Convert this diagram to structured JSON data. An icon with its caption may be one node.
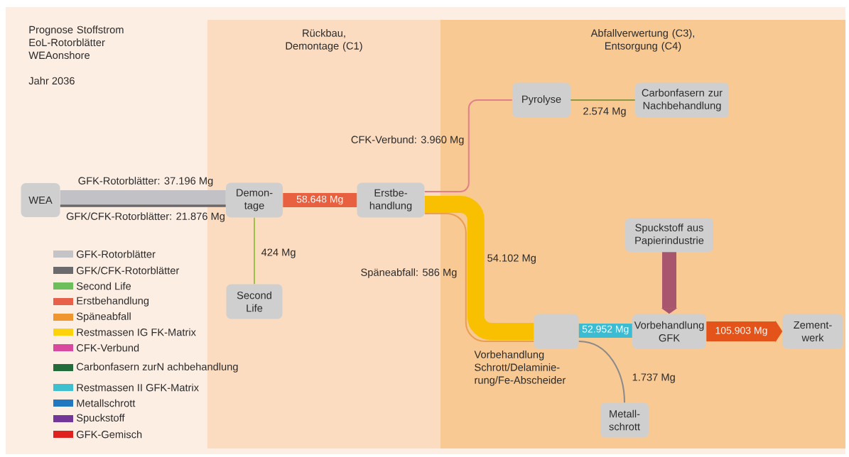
{
  "diagram": {
    "title": "Prognose Stoffstrom EoL-Rotorblätter WEAonshore",
    "nodes": [
      {
        "text": [
          "WEA"
        ]
      },
      {
        "text": [
          "Rückbau, Demontage (C1)"
        ]
      },
      {
        "text": [
          "Demon- tage"
        ],
        "in": 1
      },
      {
        "text": [
          "Second Life"
        ],
        "in": 1
      },
      {
        "text": [
          "Erstbe- handlung"
        ],
        "in": 1
      },
      {
        "text": [
          "Abfallverwertung (C3), Entsorgung (C4)"
        ]
      },
      {
        "text": [
          "Pyrolyse"
        ],
        "in": 5
      },
      {
        "text": [
          "Carbonfasern zur Nachbehandlung"
        ],
        "in": 5
      },
      {
        "text": [
          "Spuckstoff aus Papierindustrie"
        ],
        "in": 5
      },
      {
        "text": [],
        "shape": "box",
        "beside": [
          "Vorbehandlung Schrott/Delaminie- rung/Fe-Abscheider"
        ],
        "in": 5
      },
      {
        "text": [
          "Vorbehandlung GFK"
        ],
        "in": 5
      },
      {
        "text": [
          "Zement- werk"
        ],
        "in": 5
      },
      {
        "text": [
          "Metall- schrott"
        ],
        "in": 5
      }
    ],
    "edges": [
      {
        "from": 0,
        "to": 2,
        "arrow": "none",
        "label": "GFK-Rotorblätter: 37.196 Mg",
        "style": "thick",
        "color": "#c2c2c6"
      },
      {
        "from": 0,
        "to": 2,
        "arrow": "none",
        "label": "GFK/CFK-Rotorblätter: 21.876 Mg",
        "color": "#68686c"
      },
      {
        "from": 2,
        "to": 3,
        "arrow": "none",
        "label": "424 Mg",
        "color": "#9cc04a"
      },
      {
        "from": 2,
        "to": 4,
        "arrow": "none",
        "label": "58.648 Mg",
        "style": "thick",
        "color": "#e8603f"
      },
      {
        "from": 4,
        "to": 6,
        "arrow": "none",
        "label": "CFK-Verbund: 3.960 Mg",
        "color": "#e07f8a"
      },
      {
        "from": 6,
        "to": 7,
        "arrow": "none",
        "label": "2.574 Mg",
        "color": "#8a9a40"
      },
      {
        "from": 4,
        "to": 9,
        "arrow": "none",
        "label": "54.102 Mg",
        "style": "thick",
        "color": "#f8c000"
      },
      {
        "from": 4,
        "to": 9,
        "arrow": "none",
        "label": "Späneabfall: 586 Mg",
        "color": "#e8a050"
      },
      {
        "from": 9,
        "to": 10,
        "arrow": "none",
        "label": "52.952 Mg",
        "style": "thick",
        "color": "#3cbcd2"
      },
      {
        "from": 9,
        "to": 12,
        "arrow": "none",
        "label": "1.737 Mg",
        "color": "#8a8a8a"
      },
      {
        "from": 8,
        "to": 10,
        "arrow": "to",
        "style": "thick",
        "color": "#a8566e"
      },
      {
        "from": 10,
        "to": 11,
        "arrow": "to",
        "label": "105.903 Mg",
        "style": "thick",
        "color": "#e4541a"
      }
    ],
    "labels": [
      "Jahr 2036"
    ],
    "legend": [
      {
        "text": "GFK-Rotorblätter",
        "color": "#c4c4c8"
      },
      {
        "text": "GFK/CFK-Rotorblätter",
        "color": "#6b6b6e"
      },
      {
        "text": "Second Life",
        "color": "#6cbf5a"
      },
      {
        "text": "Erstbehandlung",
        "color": "#e8604a"
      },
      {
        "text": "Späneabfall",
        "color": "#f0962e"
      },
      {
        "text": "Restmassen IG FK-Matrix",
        "color": "#fcd20a"
      },
      {
        "text": "CFK-Verbund",
        "color": "#d84aa0"
      },
      {
        "text": "Carbonfasern zurN achbehandlung",
        "color": "#226b3a"
      },
      {
        "text": "Restmassen II GFK-Matrix",
        "color": "#3ec0d0"
      },
      {
        "text": "Metallschrott",
        "color": "#2278c0"
      },
      {
        "text": "Spuckstoff",
        "color": "#73379a"
      },
      {
        "text": "GFK-Gemisch",
        "color": "#e0221e"
      }
    ]
  }
}
